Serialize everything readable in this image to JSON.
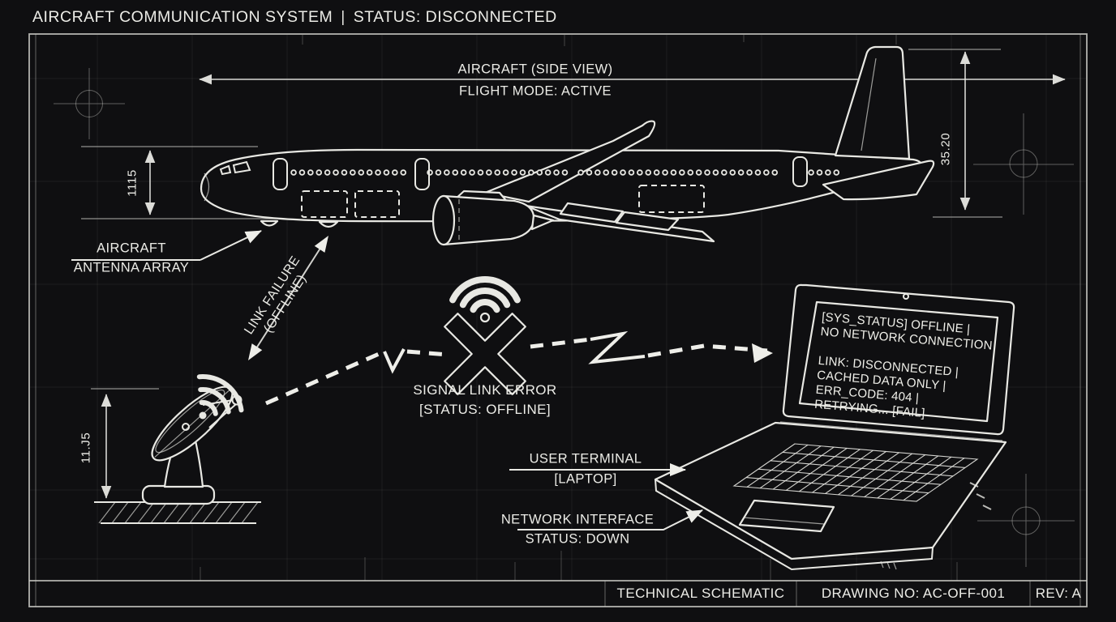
{
  "header": {
    "title": "AIRCRAFT COMMUNICATION SYSTEM",
    "divider": "|",
    "status": "STATUS: DISCONNECTED"
  },
  "aircraft": {
    "view_label": "AIRCRAFT (SIDE VIEW)",
    "mode_label": "FLIGHT MODE: ACTIVE",
    "height_dim": "1115",
    "tail_dim": "35.20",
    "antenna_label_1": "AIRCRAFT",
    "antenna_label_2": "ANTENNA ARRAY"
  },
  "link": {
    "failure_label_1": "LINK FAILURE",
    "failure_label_2": "(OFFLINE)"
  },
  "ground_station": {
    "height_dim": "11.J5"
  },
  "signal_error": {
    "label_1": "SIGNAL LINK ERROR",
    "label_2": "[STATUS: OFFLINE]"
  },
  "terminal": {
    "screen_lines": [
      "[SYS_STATUS] OFFLINE |",
      "NO NETWORK CONNECTION",
      "",
      "LINK: DISCONNECTED |",
      "CACHED DATA ONLY |",
      "ERR_CODE: 404 |",
      "RETRYING... [FAIL]"
    ],
    "label_1": "USER TERMINAL",
    "label_2": "[LAPTOP]",
    "nic_label_1": "NETWORK INTERFACE",
    "nic_label_2": "STATUS: DOWN"
  },
  "title_block": {
    "doc_type": "TECHNICAL SCHEMATIC",
    "drawing_no": "DRAWING NO: AC-OFF-001",
    "revision": "REV: A"
  },
  "colors": {
    "background": "#0f0f11",
    "line": "#e8e8e3",
    "muted_line": "#9a9a95",
    "grid": "#27272b"
  }
}
